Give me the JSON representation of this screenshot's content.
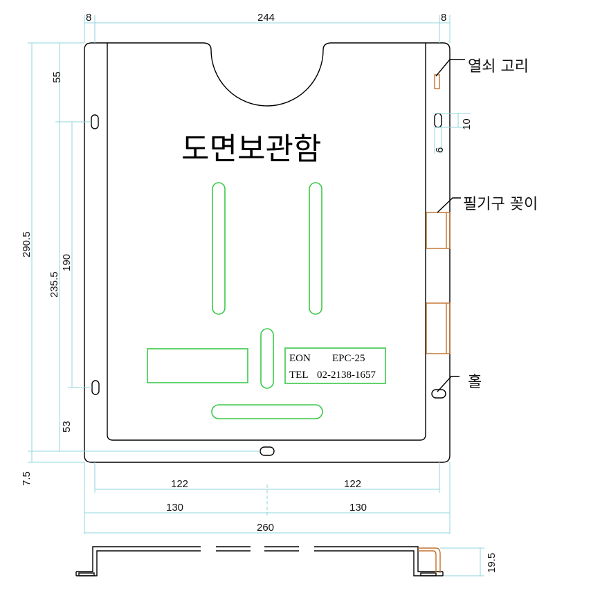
{
  "title": "도면보관함",
  "callouts": {
    "key_ring": "열쇠 고리",
    "pen_holder": "필기구 꽂이",
    "hole": "홀"
  },
  "plate": {
    "line1_left": "EON",
    "line1_right": "EPC-25",
    "line2_left": "TEL",
    "line2_right": "02-2138-1657"
  },
  "dimensions": {
    "top_left": "8",
    "top_width": "244",
    "top_right": "8",
    "left_55": "55",
    "left_290_5": "290.5",
    "left_235_5": "235.5",
    "left_190": "190",
    "left_53": "53",
    "left_7_5": "7.5",
    "slot_height": "10",
    "slot_width": "6",
    "bottom_left_122": "122",
    "bottom_right_122": "122",
    "bottom_left_130": "130",
    "bottom_right_130": "130",
    "bottom_total": "260",
    "side_height": "19.5"
  },
  "colors": {
    "outline": "#000000",
    "dimension_line": "#8fd6dd",
    "cutout": "#3cc84a",
    "accessory": "#c0702c"
  }
}
